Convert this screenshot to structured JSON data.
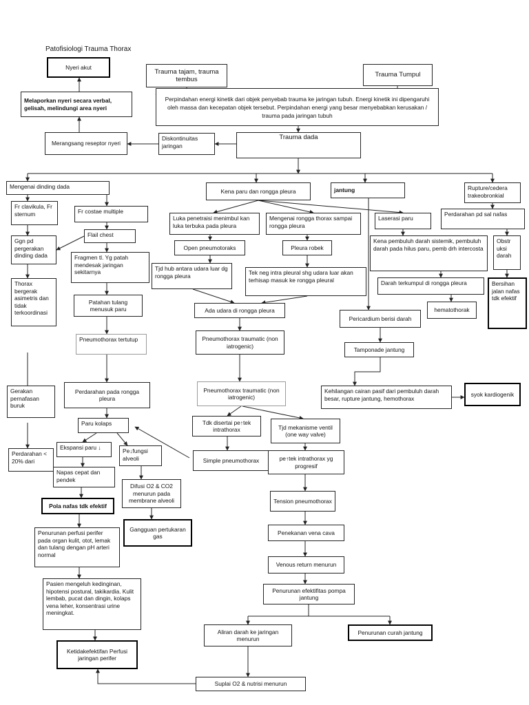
{
  "title": "Patofisiologi Trauma Thorax",
  "nodes": {
    "nyeri_akut": "Nyeri akut",
    "trauma_tajam": "Trauma tajam, trauma tembus",
    "trauma_tumpul": "Trauma Tumpul",
    "melaporkan": "Melaporkan nyeri secara verbal, gelisah, melindungi area nyeri",
    "perpindahan": "Perpindahan energi kinetik dari objek penyebab trauma ke jaringan tubuh. Energi kinetik ini dipengaruhi oleh massa dan kecepatan objek tersebut. Perpindahan energi yang besar menyebabkan kerusakan / trauma pada jaringan tubuh",
    "merangsang": "Merangsang reseptor nyeri",
    "diskontinuitas": "Diskontinuitas jaringan",
    "trauma_dada": "Trauma dada",
    "mengenai_dinding": "Mengenai dinding dada",
    "kena_paru": "Kena paru dan rongga pleura",
    "jantung": "jantung",
    "rupture": "Rupture/cedera trakeobronkial",
    "fr_clavikula": "Fr clavikula, Fr sternum",
    "fr_costae": "Fr costae multiple",
    "luka_penetrasi": "Luka penetraisi menimbul kan luka terbuka  pada pleura",
    "mengenai_rongga": "Mengenai rongga thorax sampai rongga pleura",
    "laserasi": "Laserasi paru",
    "perdarahan_sal": "Perdarahan pd sal nafas",
    "flail": "Flail chest",
    "ggn_pergerakan": "Ggn pd pergerakan dinding dada",
    "open_pneumo": "Open pneumotoraks",
    "pleura_robek": "Pleura robek",
    "kena_pembuluh": "Kena pembuluh darah sistemik, pembuluh darah pada hilus paru, pemb drh intercosta",
    "obstruksi": "Obstr uksi darah",
    "fragmen": "Fragmen tl. Yg patah mendesak jaringan sekitarnya",
    "tjd_hub": "Tjd hub antara udara luar dg rongga  pleura",
    "tek_neg": "Tek neg intra pleural shg udara luar akan terhisap masuk ke rongga pleural",
    "thorax_asimetris": "Thorax bergerak asimetris dan tidak terkoordinasi",
    "darah_terkumpul": "Darah terkumpul di rongga pleura",
    "bersihan": "Bersihan jalan nafas tdk efektif",
    "patahan": "Patahan tulang menusuk paru",
    "ada_udara": "Ada udara di rongga pleura",
    "hematothorak": "hematothorak",
    "pericardium": "Pericardium berisi darah",
    "pneumo_tertutup": "Pneumothorax tertutup",
    "pneumo_traumatic_1": "Pneumothorax traumatic (non iatrogenic)",
    "tamponade": "Tamponade jantung",
    "gerakan": "Gerakan pernafasan buruk",
    "perdarahan_rongga": "Perdarahan pada rongga pleura",
    "pneumo_traumatic_2": "Pneumothorax traumatic (non iatrogenic)",
    "kehilangan": "Kehilangan cairan pasif dari pembuluh darah besar, rupture jantung, hemothorax",
    "syok": "syok kardiogenik",
    "paru_kolaps": "Paru kolaps",
    "tdk_disertai": "Tdk disertai pe↑tek intrathorax",
    "tjd_mekanisme": "Tjd mekanisme ventil (one way valve)",
    "ekspansi": "Ekspansi paru ↓",
    "pe_fungsi": "Pe↓fungsi alveoli",
    "perdarahan_20": "Perdarahan < 20% dari",
    "simple_pneumo": "Simple pneumothorax",
    "pe_tek": "pe↑tek intrathorax yg progresif",
    "napas_cepat": "Napas cepat dan pendek",
    "difusi": "Difusi O2 & CO2 menurun pada membrane alveoli",
    "pola_nafas": "Pola nafas tdk efektif",
    "tension": "Tension pneumothorax",
    "gangguan": "Gangguan pertukaran gas",
    "penurunan_perfusi": "Penurunan perfusi perifer pada organ kulit, otot, lemak dan tulang dengan pH arteri normal",
    "penekanan": "Penekanan vena cava",
    "venous": "Venous return menurun",
    "penurunan_efektifitas": "Penurunan efektifitas pompa jantung",
    "pasien": "Pasien mengeluh kedinginan, hipotensi postural, takikardia. Kulit lembab, pucat dan dingin, kolaps vena leher, konsentrasi urine meningkat.",
    "aliran": "Aliran darah ke jaringan menurun",
    "penurunan_curah": "Penurunan curah jantung",
    "ketidakefektifan": "Ketidakefektifan Perfusi jaringan perifer",
    "suplai": "Suplai O2 & nutrisi menurun"
  },
  "colors": {
    "line": "#222222",
    "faint_border": "#9a9a9a"
  }
}
